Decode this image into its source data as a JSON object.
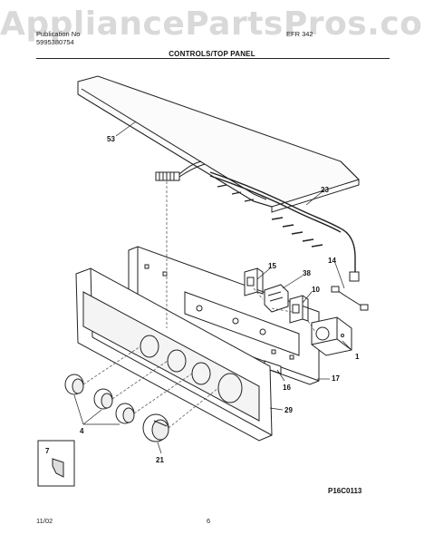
{
  "watermark": "AppliancePartsPros.com",
  "header": {
    "left_line1": "Publication No",
    "left_line2": "5995380754",
    "model": "EFR 342",
    "section_title": "CONTROLS/TOP PANEL"
  },
  "footer": {
    "date": "11/02",
    "page_number": "6",
    "figure_code": "P16C0113"
  },
  "callouts": {
    "top_panel": "53",
    "wire_harness": "23",
    "wire": "14",
    "switch": "15",
    "switch_b": "38",
    "switch_c": "10",
    "timer": "1",
    "control_panel": "17",
    "bracket": "16",
    "console": "29",
    "knobs": "4",
    "timer_knob": "21",
    "inset_part": "7"
  }
}
